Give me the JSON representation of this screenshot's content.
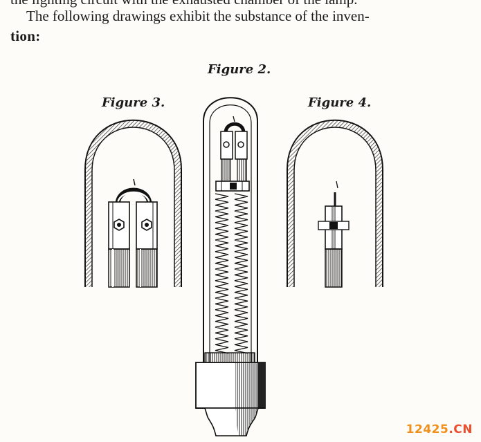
{
  "document": {
    "line_top": "the lighting circuit with the exhausted chamber of the lamp.",
    "line_1": "The following drawings exhibit the substance of the inven-",
    "line_2": "tion:"
  },
  "figures": {
    "figure_2": {
      "label": "Figure 2."
    },
    "figure_3": {
      "label": "Figure 3."
    },
    "figure_4": {
      "label": "Figure 4."
    }
  },
  "watermark": {
    "number": "12425",
    "dot": ".",
    "suffix": "CN"
  }
}
